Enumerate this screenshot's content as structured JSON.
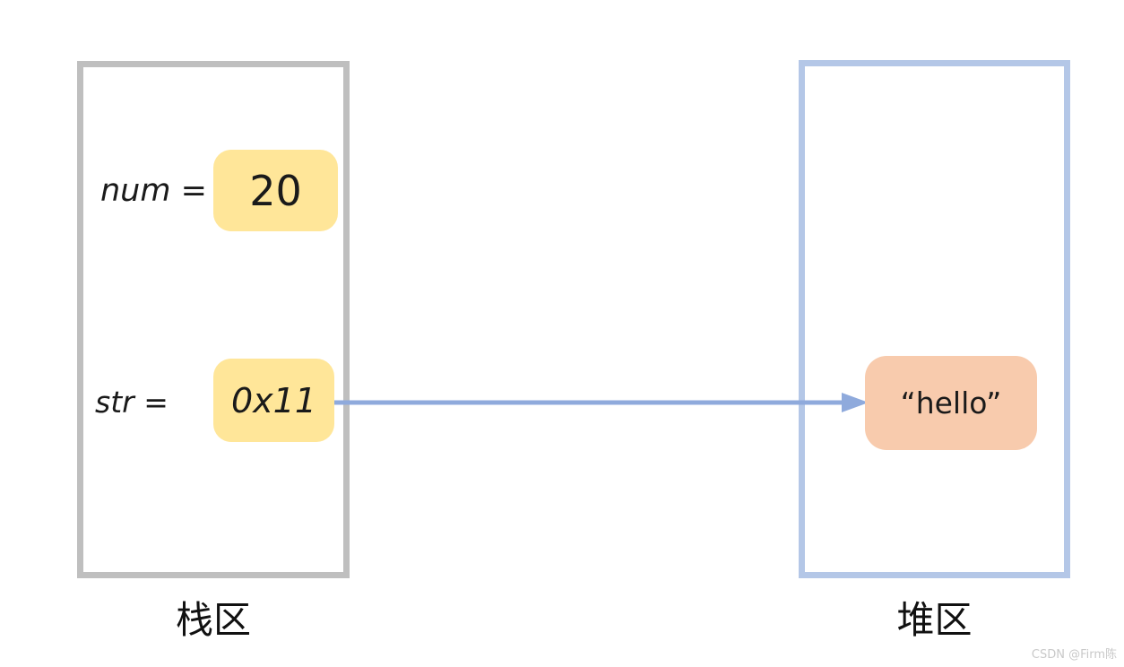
{
  "diagram": {
    "title_semantics": "stack-heap memory diagram",
    "stack": {
      "label": "栈区",
      "variables": [
        {
          "name": "num =",
          "value": "20"
        },
        {
          "name": "str =",
          "value": "0x11"
        }
      ]
    },
    "heap": {
      "label": "堆区",
      "value": "“hello”"
    },
    "arrow": {
      "from": "str value 0x11",
      "to": "heap string “hello”"
    },
    "colors": {
      "stack_border": "#bfbfbf",
      "heap_border": "#b4c7e7",
      "stack_value_fill": "#ffe699",
      "heap_value_fill": "#f8cbad",
      "arrow": "#8faadc",
      "text": "#1a1a1a",
      "watermark": "#c9c9c9"
    }
  },
  "watermark": "CSDN @Firm陈"
}
